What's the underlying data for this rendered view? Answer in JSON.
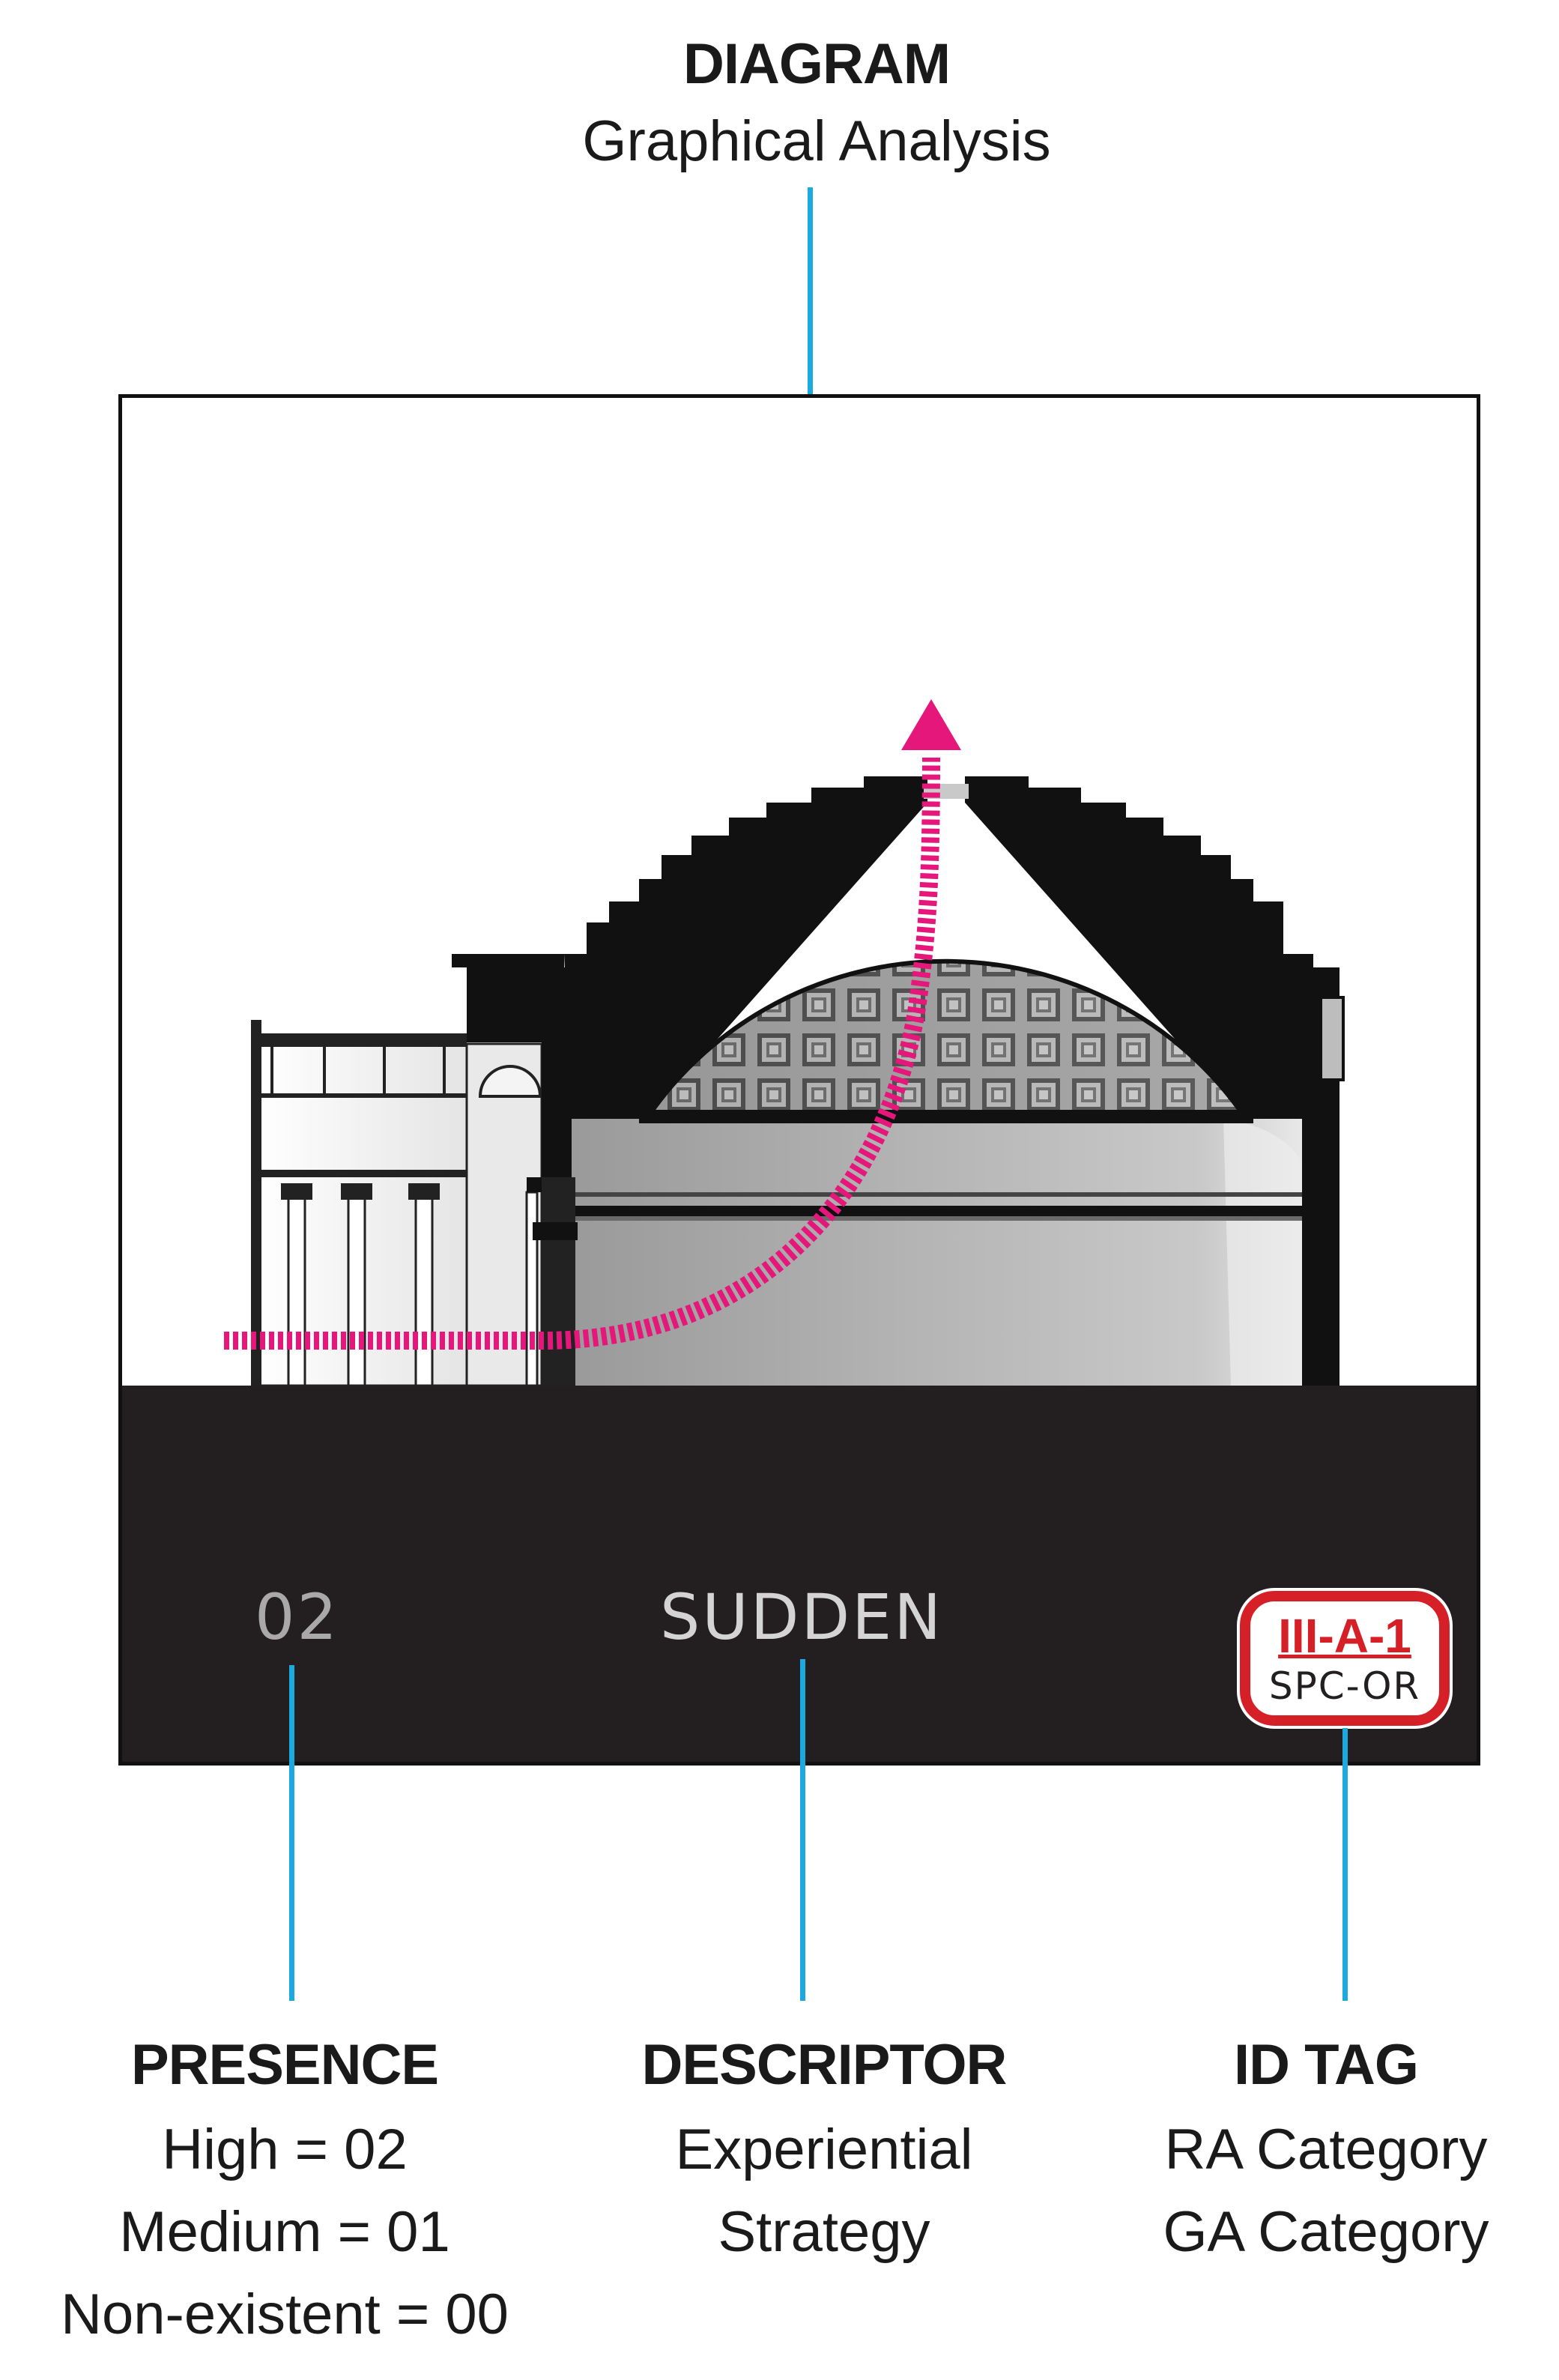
{
  "top": {
    "heading": "DIAGRAM",
    "sub": "Graphical Analysis"
  },
  "band": {
    "presence_value": "02",
    "descriptor_value": "SUDDEN",
    "id_tag": {
      "code": "III-A-1",
      "sub": "SPC-OR"
    }
  },
  "legend": {
    "presence": {
      "heading": "PRESENCE",
      "lines": [
        "High = 02",
        "Medium = 01",
        "Non-existent = 00"
      ]
    },
    "descriptor": {
      "heading": "DESCRIPTOR",
      "lines": [
        "Experiential",
        "Strategy"
      ]
    },
    "id_tag": {
      "heading": "ID TAG",
      "lines": [
        "RA Category",
        "GA Category"
      ]
    }
  },
  "colors": {
    "leader": "#1ca9e0",
    "path_arrow": "#e6177a",
    "tag_border": "#d62027",
    "band": "#231f20"
  },
  "icons": {
    "arrow": "up-arrow-icon"
  }
}
